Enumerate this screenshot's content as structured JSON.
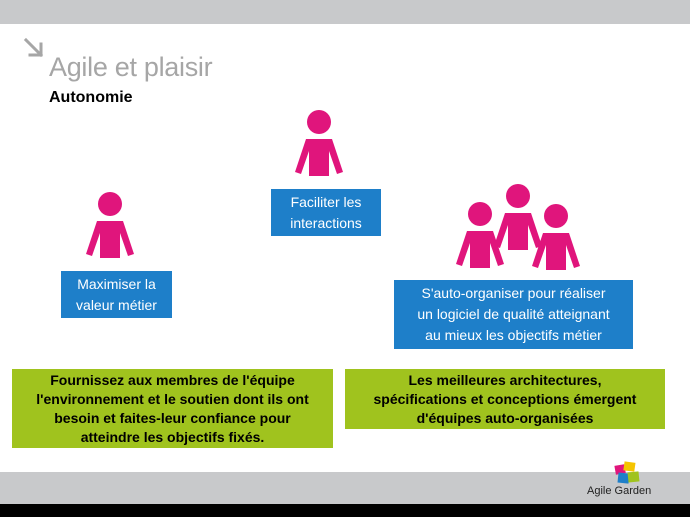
{
  "slide": {
    "title": "Agile et plaisir",
    "subtitle": "Autonomie"
  },
  "roles": [
    {
      "lines": [
        "Maximiser  la",
        "valeur métier"
      ]
    },
    {
      "lines": [
        "Faciliter les",
        "interactions"
      ]
    },
    {
      "lines": [
        "S'auto-organiser pour réaliser",
        "un logiciel de qualité atteignant",
        "au mieux  les objectifs métier"
      ]
    }
  ],
  "messages": [
    {
      "lines": [
        "Fournissez aux membres de l'équipe",
        "l'environnement et le soutien dont ils ont",
        "besoin et faites-leur confiance pour",
        "atteindre les objectifs fixés."
      ]
    },
    {
      "lines": [
        "Les meilleures architectures,",
        "spécifications et conceptions émergent",
        "d'équipes auto-organisées"
      ]
    }
  ],
  "footer": {
    "brand": "Agile Garden"
  },
  "colors": {
    "person": "#e0157c",
    "blue_box": "#1e7fc9",
    "green_box": "#a0c31e",
    "bars": "#c8c9cb",
    "title": "#a6a6a6"
  },
  "icons": {
    "arrow": "arrow-down-right-icon",
    "logo": "agile-garden-logo"
  }
}
